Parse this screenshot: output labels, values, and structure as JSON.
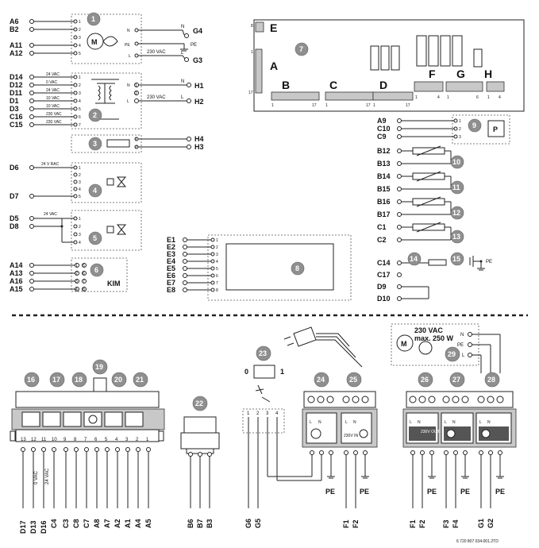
{
  "diagram": {
    "board_areas": [
      "A",
      "B",
      "C",
      "D",
      "E",
      "F",
      "G",
      "H"
    ],
    "board_pin_numbers": [
      "1",
      "8",
      "17",
      "1",
      "17",
      "1",
      "17",
      "1",
      "17",
      "1",
      "4",
      "1",
      "6",
      "1",
      "4"
    ],
    "modules": [
      {
        "num": "1",
        "terminals": [
          "A6",
          "B2",
          "A11",
          "A12"
        ],
        "pins": [
          "1",
          "2",
          "3",
          "4",
          "5"
        ],
        "side_labels": [
          "N",
          "PE",
          "L"
        ],
        "outputs": [
          "G4",
          "G3"
        ],
        "voltage": "230 VAC"
      },
      {
        "num": "2",
        "terminals": [
          "D14",
          "D12",
          "D11",
          "D1",
          "D3",
          "C16",
          "C15"
        ],
        "wire_labels": [
          "24 VAC",
          "0 VAC",
          "24 VAC",
          "10 VAC",
          "10 VAC",
          "230 VAC",
          "230 VAC"
        ],
        "pins": [
          "1",
          "2",
          "3",
          "4",
          "5",
          "6",
          "7"
        ],
        "side_labels": [
          "N",
          "L"
        ],
        "outputs": [
          "H1",
          "H2"
        ],
        "voltage": "230 VAC",
        "connector_nums": [
          "1",
          "2"
        ]
      },
      {
        "num": "3",
        "pins": [
          "1",
          "2"
        ],
        "outputs": [
          "H4",
          "H3"
        ]
      },
      {
        "num": "4",
        "terminals": [
          "D6",
          "D7"
        ],
        "wire_label": "24 V RAC",
        "pins": [
          "1",
          "2",
          "3",
          "4",
          "5"
        ]
      },
      {
        "num": "5",
        "terminals": [
          "D5",
          "D8"
        ],
        "wire_label": "24 VAC",
        "pins": [
          "1",
          "2",
          "3",
          "4"
        ]
      },
      {
        "num": "6",
        "terminals": [
          "A14",
          "A13",
          "A16",
          "A15"
        ],
        "pins": [
          "1",
          "2",
          "3",
          "4"
        ],
        "sub": [
          "5",
          "6",
          "7",
          "8"
        ],
        "text": "KIM"
      },
      {
        "num": "7"
      },
      {
        "num": "8",
        "terminals": [
          "E1",
          "E2",
          "E3",
          "E4",
          "E5",
          "E6",
          "E7",
          "E8"
        ],
        "pins": [
          "1",
          "2",
          "3",
          "4",
          "5",
          "6",
          "7",
          "8"
        ]
      },
      {
        "num": "9",
        "terminals": [
          "A9",
          "C10",
          "C9"
        ],
        "pins": [
          "1",
          "2",
          "3"
        ],
        "text": "P"
      },
      {
        "num": "10",
        "terminals": [
          "B12",
          "B13"
        ]
      },
      {
        "num": "11",
        "terminals": [
          "B14",
          "B15"
        ]
      },
      {
        "num": "12",
        "terminals": [
          "B16",
          "B17"
        ]
      },
      {
        "num": "13",
        "terminals": [
          "C1",
          "C2"
        ]
      },
      {
        "num": "14",
        "terminals": [
          "C14",
          "C17"
        ]
      },
      {
        "num": "15",
        "text": "PE"
      }
    ],
    "extra_terminals": [
      "D9",
      "D10"
    ],
    "lower": {
      "block_badges": [
        "16",
        "17",
        "18",
        "19",
        "20",
        "21"
      ],
      "strip_numbers": [
        "13",
        "12",
        "11",
        "10",
        "9",
        "8",
        "7",
        "6",
        "5",
        "4",
        "3",
        "2",
        "1"
      ],
      "bottom_labels": [
        "D17",
        "D13",
        "D16",
        "C4",
        "C3",
        "C8",
        "C7",
        "A8",
        "A7",
        "A2",
        "A1",
        "A4",
        "A5"
      ],
      "vac_labels": [
        "0 VAC",
        "24 VAC"
      ],
      "connector_num": "22",
      "connector_labels": [
        "B6",
        "B7",
        "B3"
      ],
      "switch": {
        "num": "23",
        "off": "0",
        "on": "1",
        "pins": [
          "1",
          "2",
          "3",
          "4"
        ],
        "labels": [
          "G6",
          "G5"
        ]
      },
      "pump_blocks": [
        {
          "num": "24",
          "sub": [
            "L",
            "N"
          ],
          "labels": [
            "F1",
            "F2"
          ],
          "pe": "PE"
        },
        {
          "num": "25",
          "sub": [
            "L",
            "N"
          ],
          "text": "230V IN",
          "pe": "PE"
        },
        {
          "num": "26",
          "sub": [
            "L",
            "N"
          ],
          "text": "230V OUT",
          "labels": [
            "F1",
            "F2"
          ],
          "pe": "PE"
        },
        {
          "num": "27",
          "sub": [
            "L",
            "N"
          ],
          "labels": [
            "F3",
            "F4"
          ],
          "pe": "PE"
        },
        {
          "num": "28",
          "sub": [
            "L",
            "N"
          ],
          "labels": [
            "G1",
            "G2"
          ],
          "pe": "PE"
        }
      ],
      "pump": {
        "num": "29",
        "line1": "230 VAC",
        "line2": "max. 250 W",
        "terms": [
          "N",
          "PE",
          "L"
        ]
      }
    },
    "reference": "6 720 807 034-001.2TD"
  }
}
